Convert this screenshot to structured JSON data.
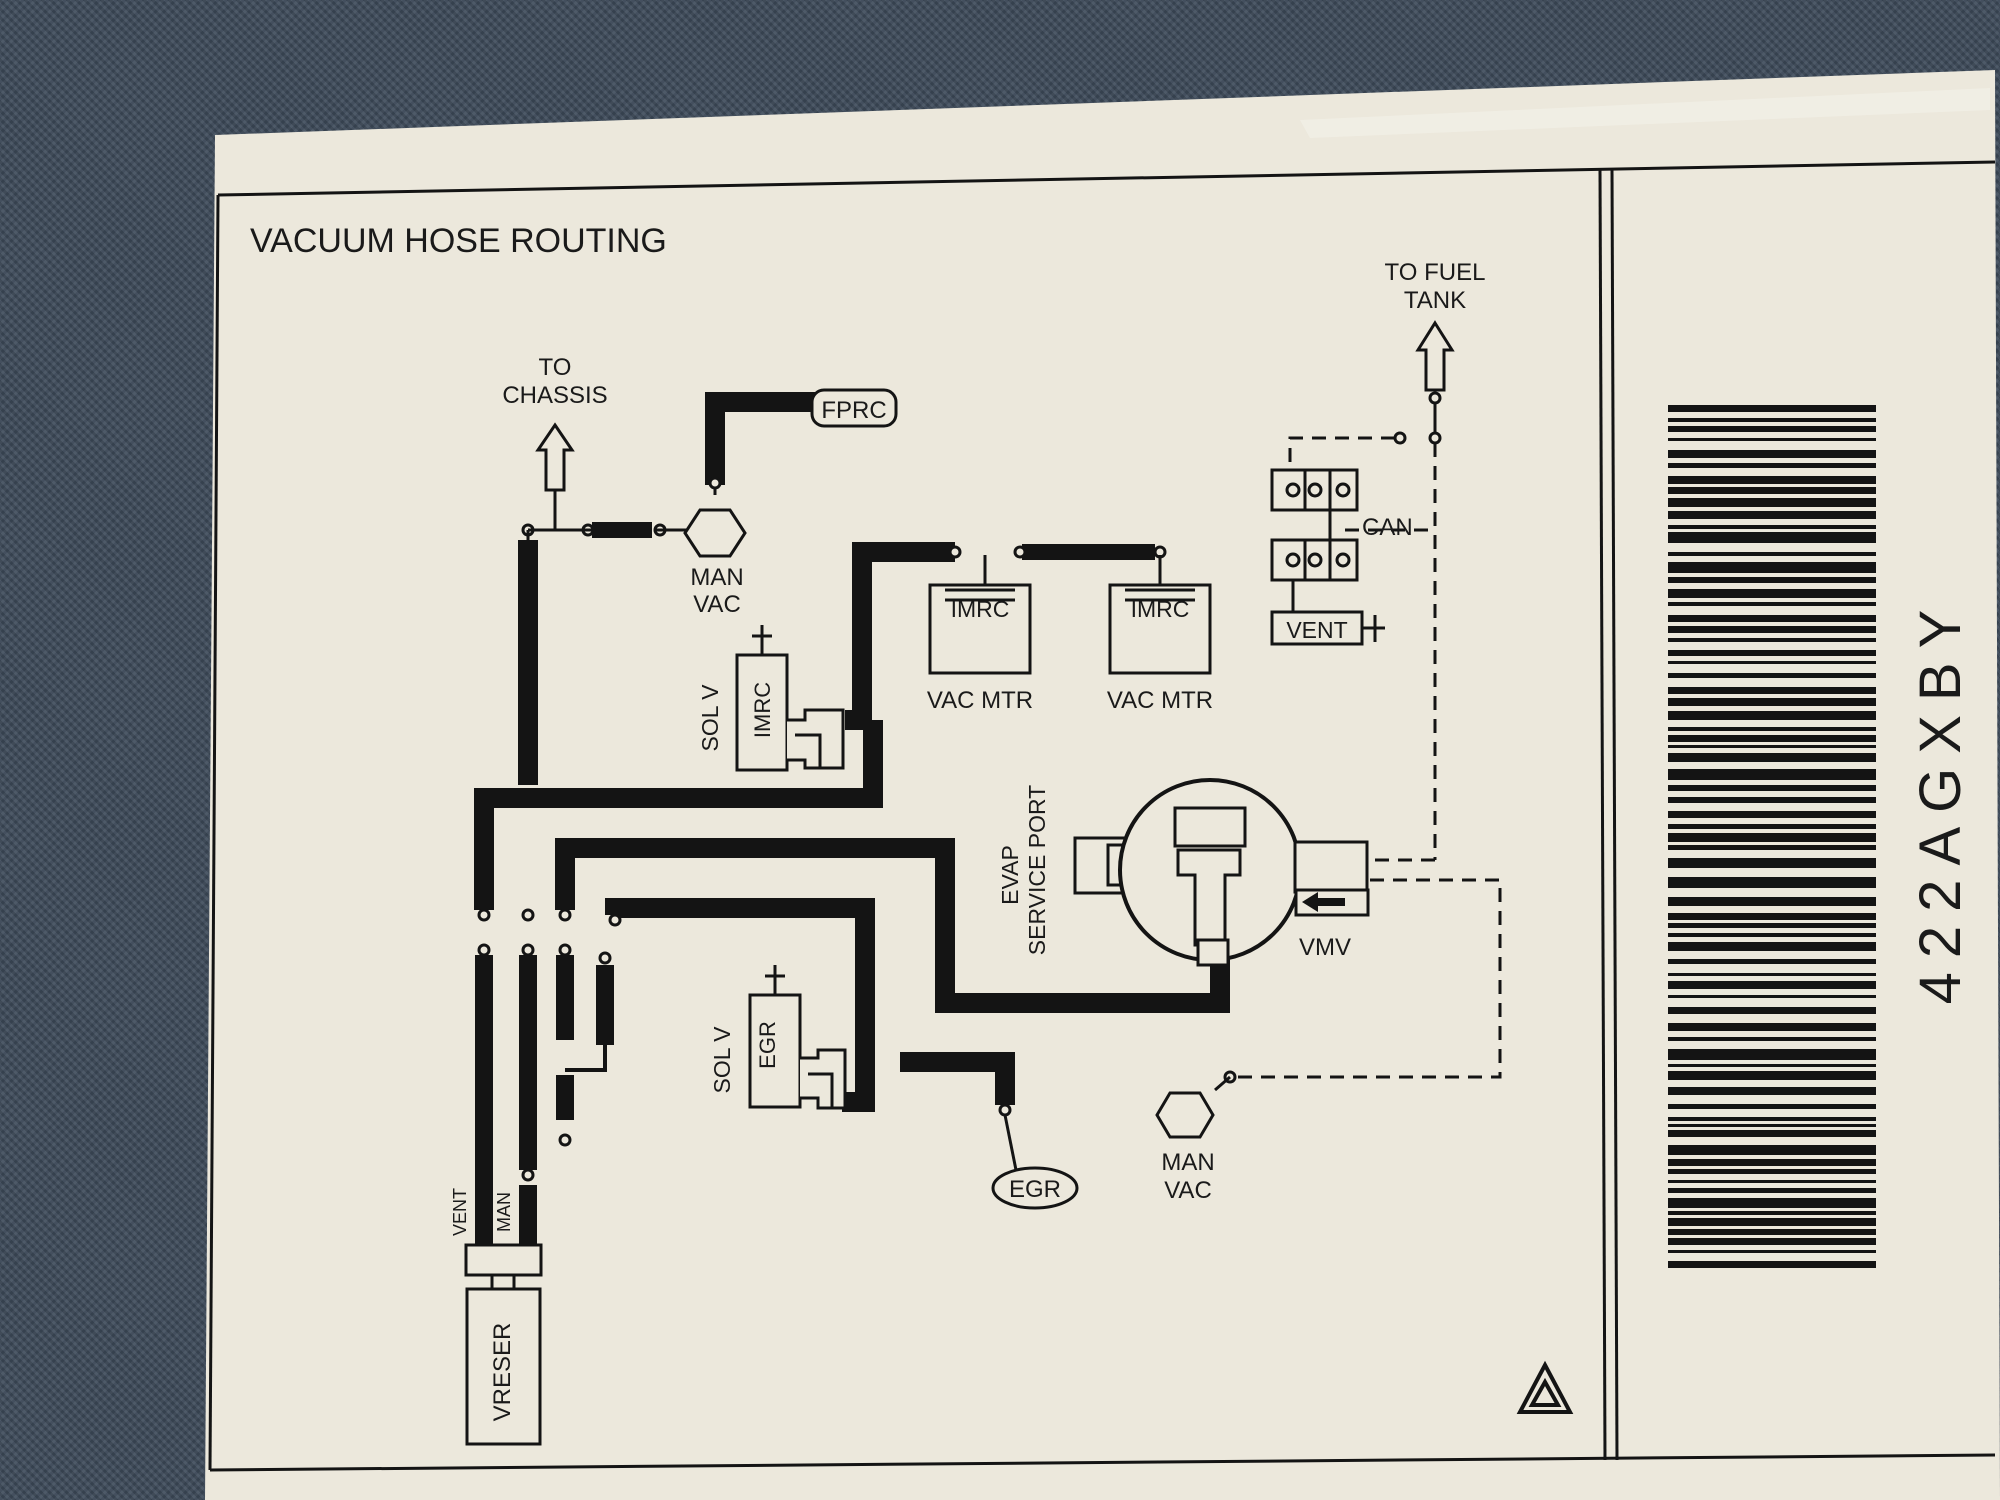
{
  "title": "VACUUM HOSE ROUTING",
  "labels": {
    "to_chassis_1": "TO",
    "to_chassis_2": "CHASSIS",
    "fprc": "FPRC",
    "man_vac_top_1": "MAN",
    "man_vac_top_2": "VAC",
    "imrc_1": "IMRC",
    "imrc_2": "IMRC",
    "vac_mtr_1": "VAC MTR",
    "vac_mtr_2": "VAC MTR",
    "sol_v_imrc": "SOL V",
    "imrc_sol": "IMRC",
    "to_fuel_tank_1": "TO FUEL",
    "to_fuel_tank_2": "TANK",
    "can": "CAN",
    "vent_can": "VENT",
    "evap_1": "EVAP",
    "evap_2": "SERVICE PORT",
    "vmv": "VMV",
    "sol_v_egr": "SOL V",
    "egr_sol": "EGR",
    "egr_valve": "EGR",
    "man_vac_bottom_1": "MAN",
    "man_vac_bottom_2": "VAC",
    "vent_res": "VENT",
    "man_res": "MAN",
    "vreser": "VRESER"
  },
  "label_code": "422AGXBY",
  "colors": {
    "paper": "#ece8dc",
    "ink": "#141414",
    "background": "#3d4a5a"
  }
}
